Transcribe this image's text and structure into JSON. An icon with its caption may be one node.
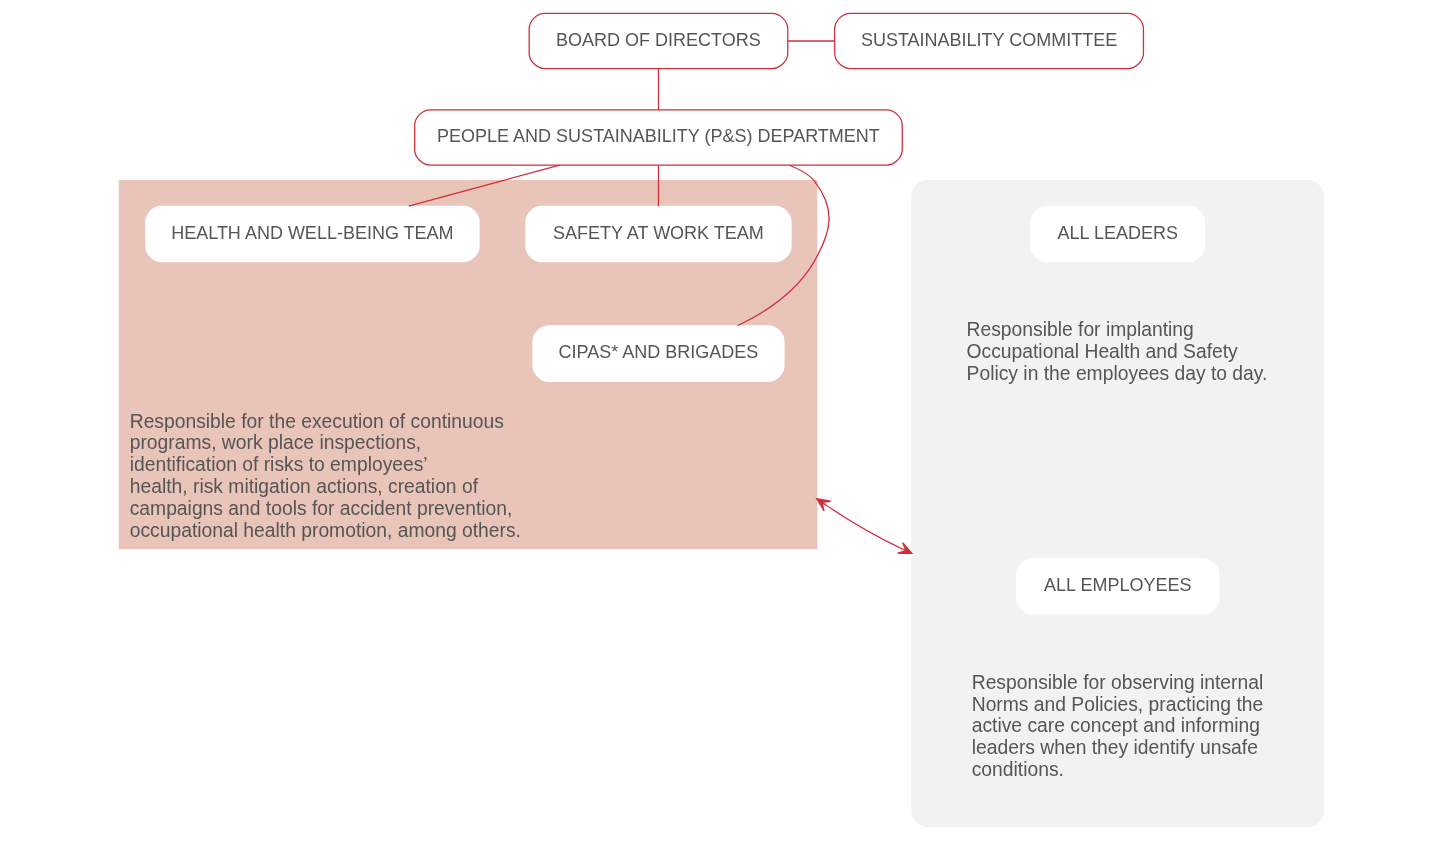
{
  "diagram": {
    "nodes": [
      {
        "text": [
          "BOARD OF DIRECTORS"
        ]
      },
      {
        "text": [
          "SUSTAINABILITY COMMITTEE"
        ]
      },
      {
        "text": [
          "PEOPLE AND SUSTAINABILITY (P&S) DEPARTMENT"
        ]
      },
      {
        "text": [
          "Responsible for the execution of continuous programs, work place inspections, identification of risks to employees’ health, risk mitigation actions, creation of campaigns and tools for accident prevention, occupational health promotion, among others."
        ]
      },
      {
        "text": [
          "HEALTH AND WELL-BEING TEAM"
        ],
        "in": 3
      },
      {
        "text": [
          "SAFETY AT WORK TEAM"
        ],
        "in": 3
      },
      {
        "text": [
          "CIPAS* AND BRIGADES"
        ],
        "in": 3
      },
      {
        "text": [],
        "shape": "box"
      },
      {
        "text": [
          "ALL LEADERS"
        ],
        "in": 7,
        "beside": [
          "Responsible for implanting Occupational Health and Safety Policy in the employees day to day."
        ]
      },
      {
        "text": [
          "ALL EMPLOYEES"
        ],
        "in": 7,
        "beside": [
          "Responsible for observing internal Norms and Policies, practicing the active care concept and informing leaders when they identify unsafe conditions."
        ]
      }
    ],
    "edges": [
      {
        "from": 0,
        "to": 1,
        "arrow": "none"
      },
      {
        "from": 0,
        "to": 2,
        "arrow": "none"
      },
      {
        "from": 2,
        "to": 4,
        "arrow": "none"
      },
      {
        "from": 2,
        "to": 5,
        "arrow": "none"
      },
      {
        "from": 2,
        "to": 6,
        "arrow": "none"
      },
      {
        "from": 3,
        "to": 7,
        "arrow": "both"
      }
    ]
  }
}
